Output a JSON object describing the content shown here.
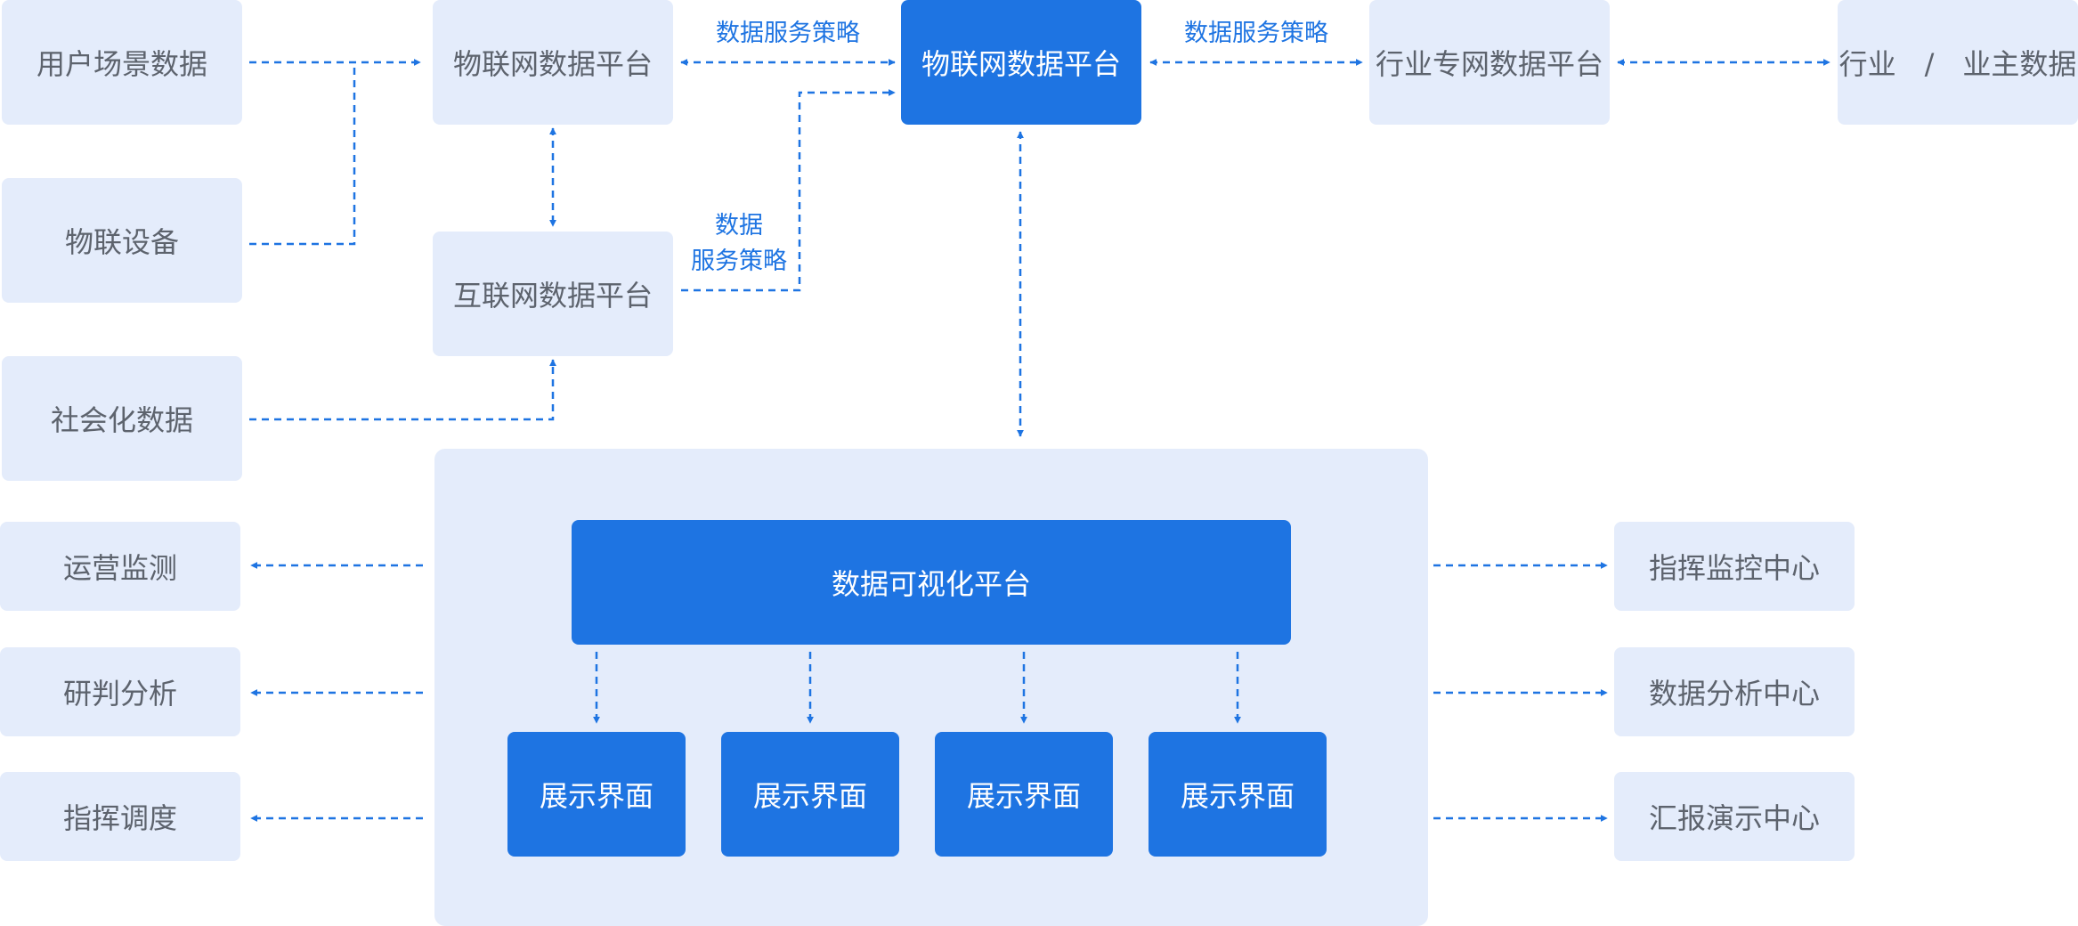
{
  "colors": {
    "primary": "#1e74e2",
    "light_box": "#e4ecfb",
    "dark_text": "#5d636d"
  },
  "sources": {
    "user_scene": "用户场景数据",
    "iot_device": "物联设备",
    "social": "社会化数据"
  },
  "platforms": {
    "iot_left": "物联网数据平台",
    "internet": "互联网数据平台",
    "iot_center": "物联网数据平台",
    "industry_net": "行业专网数据平台",
    "industry_owner": "行业　/　业主数据"
  },
  "labels": {
    "strategy_left": "数据服务策略",
    "strategy_right": "数据服务策略",
    "strategy_mid_line1": "数据",
    "strategy_mid_line2": "服务策略"
  },
  "visual": {
    "title": "数据可视化平台",
    "screens": [
      "展示界面",
      "展示界面",
      "展示界面",
      "展示界面"
    ]
  },
  "outputs_left": [
    "运营监测",
    "研判分析",
    "指挥调度"
  ],
  "outputs_right": [
    "指挥监控中心",
    "数据分析中心",
    "汇报演示中心"
  ]
}
